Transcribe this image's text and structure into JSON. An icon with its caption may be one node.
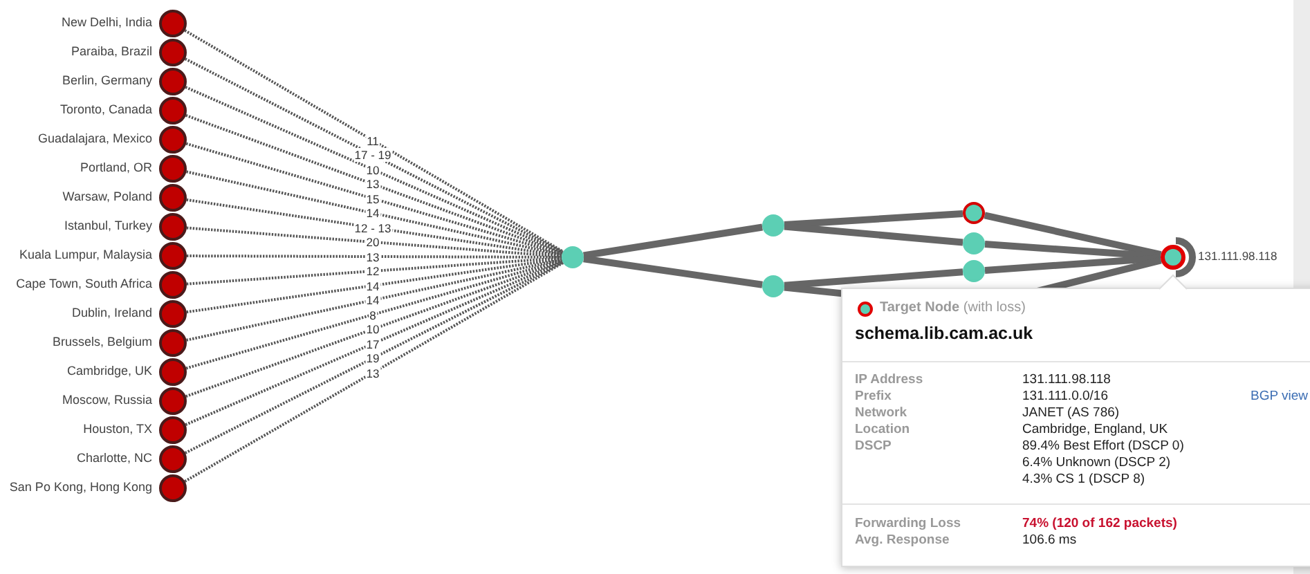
{
  "diagram": {
    "nodes": [
      {
        "text": [],
        "shape": "circle",
        "beside": [
          "New Delhi, India"
        ]
      },
      {
        "text": [],
        "shape": "circle",
        "beside": [
          "Paraiba, Brazil"
        ]
      },
      {
        "text": [],
        "shape": "circle",
        "beside": [
          "Berlin, Germany"
        ]
      },
      {
        "text": [],
        "shape": "circle",
        "beside": [
          "Toronto, Canada"
        ]
      },
      {
        "text": [],
        "shape": "circle",
        "beside": [
          "Guadalajara, Mexico"
        ]
      },
      {
        "text": [],
        "shape": "circle",
        "beside": [
          "Portland, OR"
        ]
      },
      {
        "text": [],
        "shape": "circle",
        "beside": [
          "Warsaw, Poland"
        ]
      },
      {
        "text": [],
        "shape": "circle",
        "beside": [
          "Istanbul, Turkey"
        ]
      },
      {
        "text": [],
        "shape": "circle",
        "beside": [
          "Kuala Lumpur, Malaysia"
        ]
      },
      {
        "text": [],
        "shape": "circle",
        "beside": [
          "Cape Town, South Africa"
        ]
      },
      {
        "text": [],
        "shape": "circle",
        "beside": [
          "Dublin, Ireland"
        ]
      },
      {
        "text": [],
        "shape": "circle",
        "beside": [
          "Brussels, Belgium"
        ]
      },
      {
        "text": [],
        "shape": "circle",
        "beside": [
          "Cambridge, UK"
        ]
      },
      {
        "text": [],
        "shape": "circle",
        "beside": [
          "Moscow, Russia"
        ]
      },
      {
        "text": [],
        "shape": "circle",
        "beside": [
          "Houston, TX"
        ]
      },
      {
        "text": [],
        "shape": "circle",
        "beside": [
          "Charlotte, NC"
        ]
      },
      {
        "text": [],
        "shape": "circle",
        "beside": [
          "San Po Kong, Hong Kong"
        ]
      },
      {
        "text": [],
        "shape": "circle"
      },
      {
        "text": [],
        "shape": "circle"
      },
      {
        "text": [],
        "shape": "circle"
      },
      {
        "text": [],
        "shape": "circle"
      },
      {
        "text": [],
        "shape": "circle"
      },
      {
        "text": [],
        "shape": "circle"
      },
      {
        "text": [],
        "shape": "circle",
        "beside": [
          "131.111.98.118"
        ]
      }
    ],
    "edges": [
      {
        "from": 0,
        "to": 17,
        "arrow": "none",
        "label": "11",
        "style": "dashed"
      },
      {
        "from": 1,
        "to": 17,
        "arrow": "none",
        "label": "17 - 19",
        "style": "dashed"
      },
      {
        "from": 2,
        "to": 17,
        "arrow": "none",
        "label": "10",
        "style": "dashed"
      },
      {
        "from": 3,
        "to": 17,
        "arrow": "none",
        "label": "13",
        "style": "dashed"
      },
      {
        "from": 4,
        "to": 17,
        "arrow": "none",
        "label": "15",
        "style": "dashed"
      },
      {
        "from": 5,
        "to": 17,
        "arrow": "none",
        "label": "14",
        "style": "dashed"
      },
      {
        "from": 6,
        "to": 17,
        "arrow": "none",
        "label": "12 - 13",
        "style": "dashed"
      },
      {
        "from": 7,
        "to": 17,
        "arrow": "none",
        "label": "20",
        "style": "dashed"
      },
      {
        "from": 8,
        "to": 17,
        "arrow": "none",
        "label": "13",
        "style": "dashed"
      },
      {
        "from": 9,
        "to": 17,
        "arrow": "none",
        "label": "12",
        "style": "dashed"
      },
      {
        "from": 10,
        "to": 17,
        "arrow": "none",
        "label": "14",
        "style": "dashed"
      },
      {
        "from": 11,
        "to": 17,
        "arrow": "none",
        "label": "14",
        "style": "dashed"
      },
      {
        "from": 12,
        "to": 17,
        "arrow": "none",
        "label": "8",
        "style": "dashed"
      },
      {
        "from": 13,
        "to": 17,
        "arrow": "none",
        "label": "10",
        "style": "dashed"
      },
      {
        "from": 14,
        "to": 17,
        "arrow": "none",
        "label": "17",
        "style": "dashed"
      },
      {
        "from": 15,
        "to": 17,
        "arrow": "none",
        "label": "19",
        "style": "dashed"
      },
      {
        "from": 16,
        "to": 17,
        "arrow": "none",
        "label": "13",
        "style": "dashed"
      },
      {
        "from": 17,
        "to": 18,
        "arrow": "none",
        "style": "thick"
      },
      {
        "from": 17,
        "to": 19,
        "arrow": "none",
        "style": "thick"
      },
      {
        "from": 18,
        "to": 20,
        "arrow": "none",
        "style": "thick"
      },
      {
        "from": 18,
        "to": 21,
        "arrow": "none",
        "style": "thick"
      },
      {
        "from": 19,
        "to": 22,
        "arrow": "none",
        "style": "thick"
      },
      {
        "from": 19,
        "to": null,
        "arrow": "none",
        "style": "thick"
      },
      {
        "from": 20,
        "to": 23,
        "arrow": "none",
        "style": "thick"
      },
      {
        "from": 21,
        "to": 23,
        "arrow": "none",
        "style": "thick"
      },
      {
        "from": 22,
        "to": 23,
        "arrow": "none",
        "style": "thick"
      },
      {
        "from": null,
        "to": 23,
        "arrow": "none",
        "style": "thick"
      }
    ],
    "labels": [
      "schema.lib.cam.ac.uk",
      "IP Address",
      "131.111.98.118",
      "Prefix",
      "131.111.0.0/16",
      "BGP view",
      "Network",
      "JANET (AS 786)",
      "Location",
      "Cambridge, England, UK",
      "DSCP",
      "89.4% Best Effort (DSCP 0)",
      "6.4% Unknown (DSCP 2)",
      "4.3% CS 1 (DSCP 8)",
      "Forwarding Loss",
      "74% (120 of 162 packets)",
      "Avg. Response",
      "106.6 ms"
    ],
    "legend": [
      {
        "text": "**Target Node** (with loss)"
      }
    ]
  }
}
